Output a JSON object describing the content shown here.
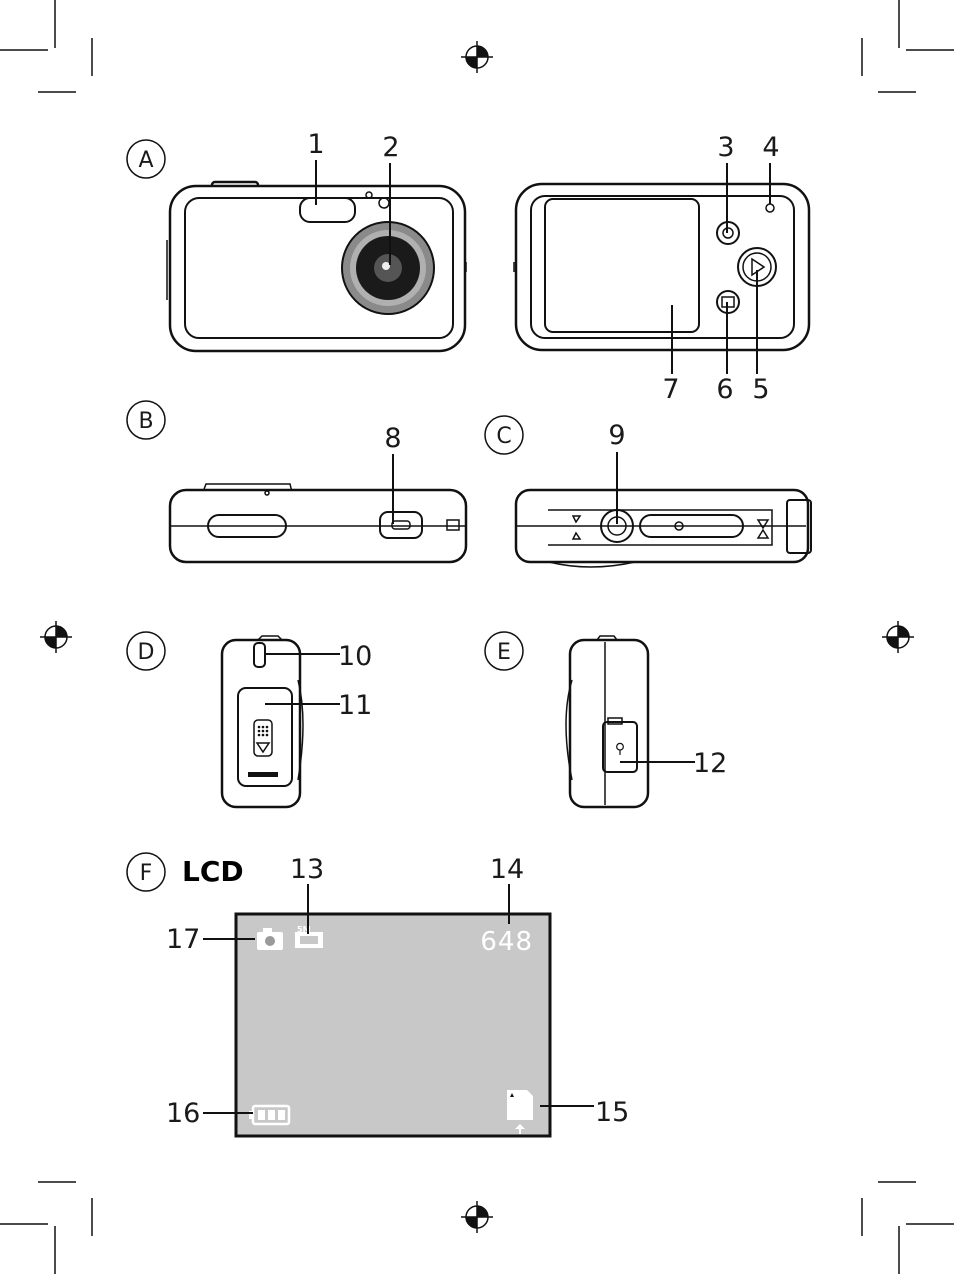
{
  "sections": {
    "a": "A",
    "b": "B",
    "c": "C",
    "d": "D",
    "e": "E",
    "f": "F"
  },
  "lcd_title": "LCD",
  "callouts": {
    "n1": "1",
    "n2": "2",
    "n3": "3",
    "n4": "4",
    "n5": "5",
    "n6": "6",
    "n7": "7",
    "n8": "8",
    "n9": "9",
    "n10": "10",
    "n11": "11",
    "n12": "12",
    "n13": "13",
    "n14": "14",
    "n15": "15",
    "n16": "16",
    "n17": "17"
  },
  "lcd": {
    "shot_count": "648",
    "resolution_badge": "5M",
    "screen_color": "#c8c8c8"
  },
  "icons": {
    "mode": "camera-icon",
    "resolution": "resolution-icon",
    "battery": "battery-icon",
    "card": "sd-card-icon",
    "registration": "registration-mark-icon"
  }
}
